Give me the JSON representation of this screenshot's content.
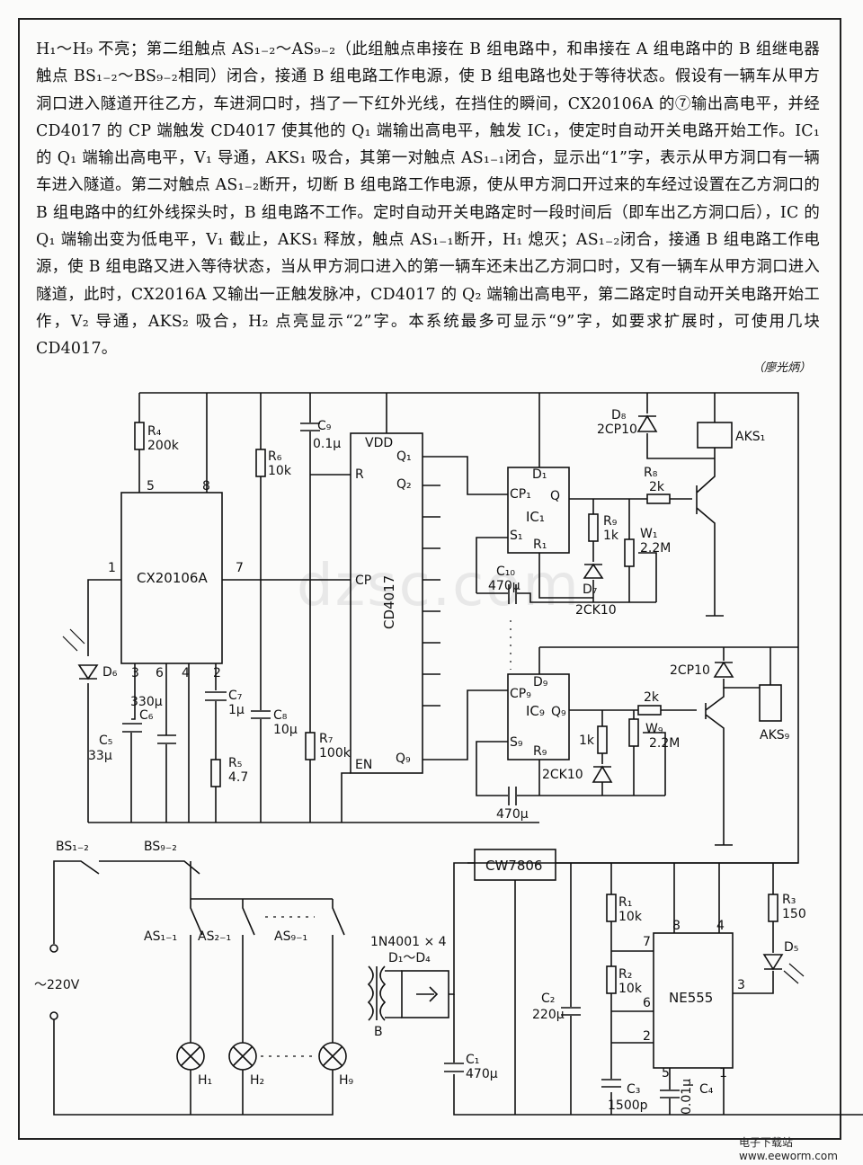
{
  "paragraph": "H₁～H₉ 不亮；第二组触点 AS₁₋₂～AS₉₋₂（此组触点串接在 B 组电路中，和串接在 A 组电路中的 B 组继电器触点 BS₁₋₂～BS₉₋₂相同）闭合，接通 B 组电路工作电源，使 B 组电路也处于等待状态。假设有一辆车从甲方洞口进入隧道开往乙方，车进洞口时，挡了一下红外光线，在挡住的瞬间，CX20106A 的⑦输出高电平，并经 CD4017 的 CP 端触发 CD4017 使其他的 Q₁ 端输出高电平，触发 IC₁，使定时自动开关电路开始工作。IC₁ 的 Q₁ 端输出高电平，V₁ 导通，AKS₁ 吸合，其第一对触点 AS₁₋₁闭合，显示出“1”字，表示从甲方洞口有一辆车进入隧道。第二对触点 AS₁₋₂断开，切断 B 组电路工作电源，使从甲方洞口开过来的车经过设置在乙方洞口的 B 组电路中的红外线探头时，B 组电路不工作。定时自动开关电路定时一段时间后（即车出乙方洞口后），IC 的 Q₁ 端输出变为低电平，V₁ 截止，AKS₁ 释放，触点 AS₁₋₁断开，H₁ 熄灭；AS₁₋₂闭合，接通 B 组电路工作电源，使 B 组电路又进入等待状态，当从甲方洞口进入的第一辆车还未出乙方洞口时，又有一辆车从甲方洞口进入隧道，此时，CX2016A 又输出一正触发脉冲，CD4017 的 Q₂ 端输出高电平，第二路定时自动开关电路开始工作，V₂ 导通，AKS₂ 吸合，H₂ 点亮显示“2”字。本系统最多可显示“9”字，如要求扩展时，可使用几块 CD4017。",
  "credit": "（廖光炳）",
  "watermark": "dzsc.com",
  "logo": "电子下载站 www.eeworm.com",
  "schematic": {
    "ics": {
      "cx": "CX20106A",
      "cd": "CD4017",
      "ic1": "IC₁",
      "ic9": "IC₉",
      "cw": "CW7806",
      "ne": "NE555"
    },
    "cx_pins": [
      "1",
      "5",
      "8",
      "7",
      "3",
      "6",
      "4",
      "2"
    ],
    "cd_pins": [
      "VDD",
      "Q₁",
      "Q₂",
      "R",
      "CP",
      "EN",
      "Q₉"
    ],
    "ic1_pins": [
      "D₁",
      "CP₁",
      "Q",
      "S₁",
      "R₁"
    ],
    "ic9_pins": [
      "D₉",
      "CP₉",
      "Q₉",
      "S₉",
      "R₉"
    ],
    "ne_pins": [
      "8",
      "4",
      "7",
      "6",
      "2",
      "3",
      "5",
      "1"
    ],
    "components": {
      "R4": "R₄",
      "R4v": "200k",
      "R6": "R₆",
      "R6v": "10k",
      "C9": "C₉",
      "C9v": "0.1μ",
      "D8": "D₈",
      "D8v": "2CP10",
      "AKS1": "AKS₁",
      "R8": "R₈",
      "R8v": "2k",
      "R9": "R₉",
      "R9v": "1k",
      "W1": "W₁",
      "W1v": "2.2M",
      "C10": "C₁₀",
      "C10v": "470μ",
      "D7": "D₇",
      "D7v": "2CK10",
      "D6": "D₆",
      "C6": "C₆",
      "C6v": "330μ",
      "C5": "C₅",
      "C5v": "33μ",
      "C7": "C₇",
      "C7v": "1μ",
      "C8": "C₈",
      "C8v": "10μ",
      "R5": "R₅",
      "R5v": "4.7",
      "R7": "R₇",
      "R7v": "100k",
      "D2cp": "2CP10",
      "R2k": "2k",
      "W9": "W₉",
      "W9v": "2.2M",
      "R1k": "1k",
      "D2ck": "2CK10",
      "AKS9": "AKS₉",
      "C470": "470μ",
      "BS1": "BS₁₋₂",
      "BS9": "BS₉₋₂",
      "AS1": "AS₁₋₁",
      "AS2": "AS₂₋₁",
      "AS9": "AS₉₋₁",
      "V220": "～220V",
      "bridge": "1N4001 × 4",
      "bridgeD": "D₁～D₄",
      "B": "B",
      "H1": "H₁",
      "H2": "H₂",
      "H9": "H₉",
      "C1": "C₁",
      "C1v": "470μ",
      "C2": "C₂",
      "C2v": "220μ",
      "R1": "R₁",
      "R1v": "10k",
      "R2": "R₂",
      "R2v": "10k",
      "R3": "R₃",
      "R3v": "150",
      "D5": "D₅",
      "C3": "C₃",
      "C3v": "1500p",
      "C4": "C₄",
      "C4v": "0.01μ"
    }
  }
}
